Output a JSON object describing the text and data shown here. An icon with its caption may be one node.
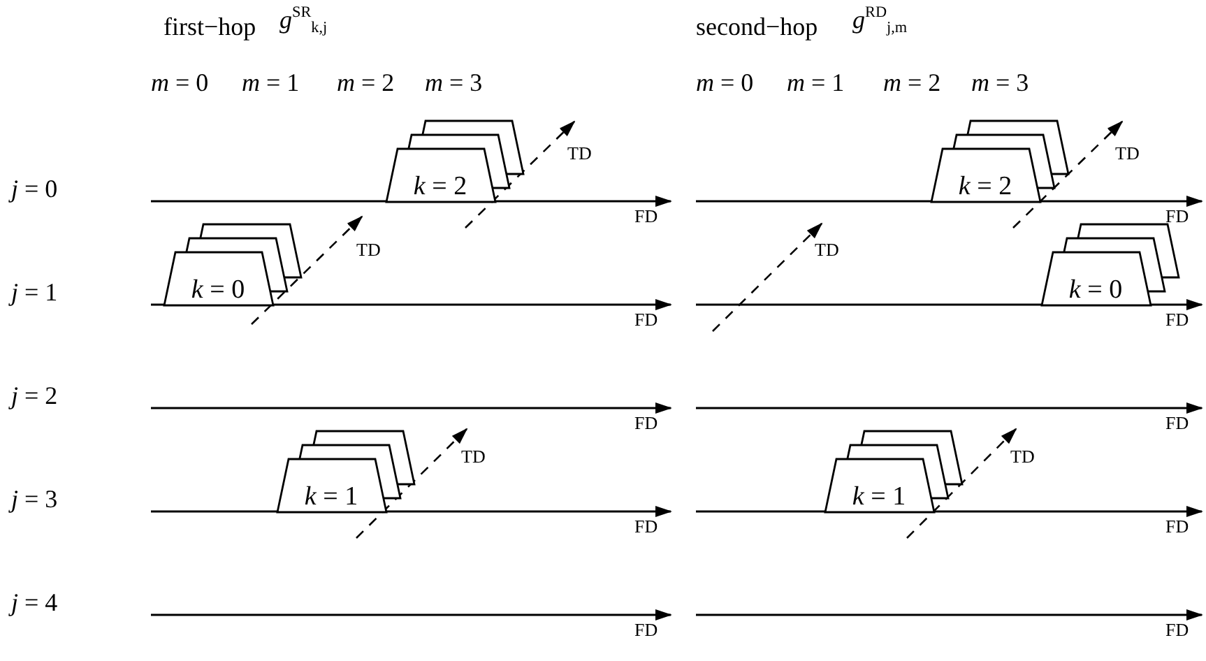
{
  "diagram": {
    "nodes": [
      {
        "text": [
          "*k* = 2"
        ]
      },
      {
        "text": [
          "*k* = 2"
        ]
      },
      {
        "text": [
          "*k* = 0"
        ]
      },
      {
        "text": [
          "*k* = 0"
        ]
      },
      {
        "text": [
          "*k* = 1"
        ]
      },
      {
        "text": [
          "*k* = 1"
        ]
      }
    ],
    "labels": [
      "first−hop",
      "*g*$^{SR}$$_{k,j}$",
      "second−hop",
      "*g*$^{RD}$$_{j,m}$",
      "*m* = 0",
      "*m* = 1",
      "*m* = 2",
      "*m* = 3",
      "*m* = 0",
      "*m* = 1",
      "*m* = 2",
      "*m* = 3",
      "TD",
      "TD",
      "*j* = 0",
      "FD",
      "FD",
      "TD",
      "TD",
      "*j* = 1",
      "FD",
      "FD",
      "*j* = 2",
      "FD",
      "FD",
      "TD",
      "TD",
      "*j* = 3",
      "FD",
      "FD",
      "*j* = 4",
      "FD",
      "FD"
    ]
  }
}
